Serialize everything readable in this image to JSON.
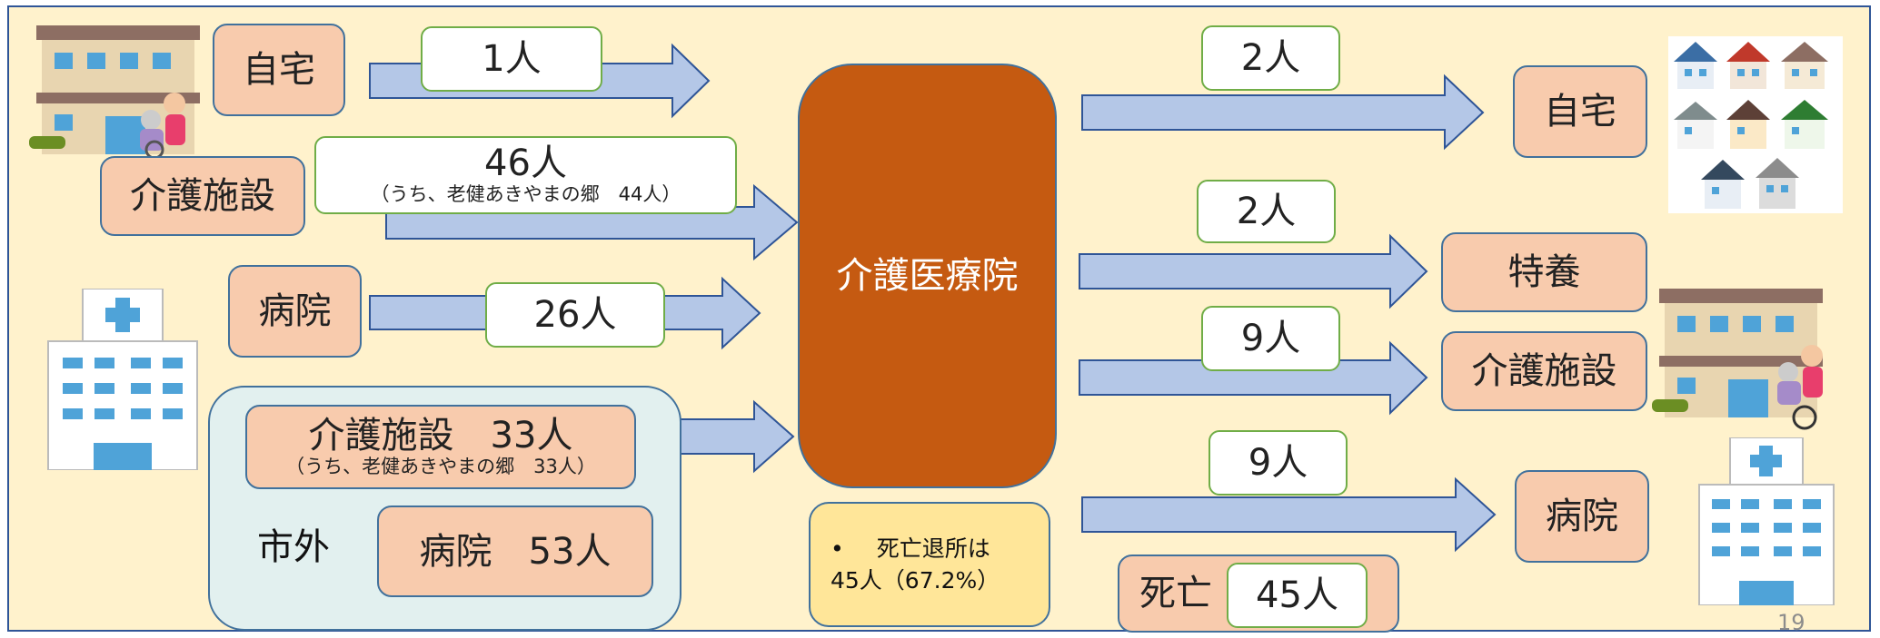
{
  "center": {
    "label": "介護医療院"
  },
  "inflow": [
    {
      "source": "自宅",
      "count": "1人",
      "note": ""
    },
    {
      "source": "介護施設",
      "count": "46人",
      "note": "（うち、老健あきやまの郷　44人）"
    },
    {
      "source": "病院",
      "count": "26人",
      "note": ""
    }
  ],
  "outside_city": {
    "label": "市外",
    "facility": "介護施設　33人",
    "facility_note": "（うち、老健あきやまの郷　33人）",
    "hospital": "病院　53人"
  },
  "outflow": [
    {
      "dest": "自宅",
      "count": "2人"
    },
    {
      "dest": "特養",
      "count": "2人"
    },
    {
      "dest": "介護施設",
      "count": "9人"
    },
    {
      "dest": "病院",
      "count": "9人"
    }
  ],
  "death": {
    "label": "死亡",
    "count": "45人"
  },
  "note": {
    "bullet": "•",
    "line1": "死亡退所は",
    "line2": "45人（67.2%）"
  },
  "page_number": "19",
  "icons": [
    "care-building-icon",
    "hospital-icon",
    "houses-icon"
  ],
  "colors": {
    "background": "#fff2cc",
    "center": "#c55a11",
    "arrow": "#b4c7e7",
    "node": "#f8cbad",
    "count_border": "#70ad47",
    "outside_box": "#e2f0ef",
    "note_box": "#ffe699"
  }
}
